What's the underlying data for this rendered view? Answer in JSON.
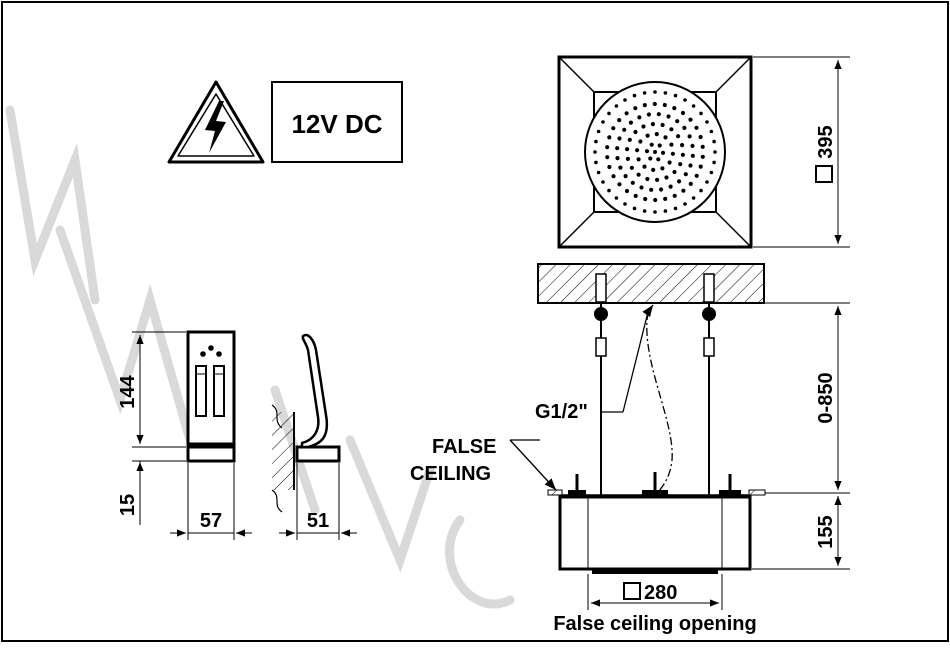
{
  "voltage_label": "12V DC",
  "dimensions": {
    "head_side": "395",
    "suspension_length": "0-850",
    "body_height": "155",
    "opening_side": "280",
    "control_height": "144",
    "control_base": "15",
    "control_width": "57",
    "control_depth": "51"
  },
  "labels": {
    "thread": "G1/2\"",
    "false_ceiling_line1": "FALSE",
    "false_ceiling_line2": "CEILING",
    "opening_caption": "False ceiling opening"
  },
  "icons": {
    "warning": "high-voltage-warning-icon",
    "square_symbol": "square-symbol-icon"
  },
  "colors": {
    "ink": "#000000",
    "background": "#ffffff",
    "watermark": "#d9d9d9"
  }
}
